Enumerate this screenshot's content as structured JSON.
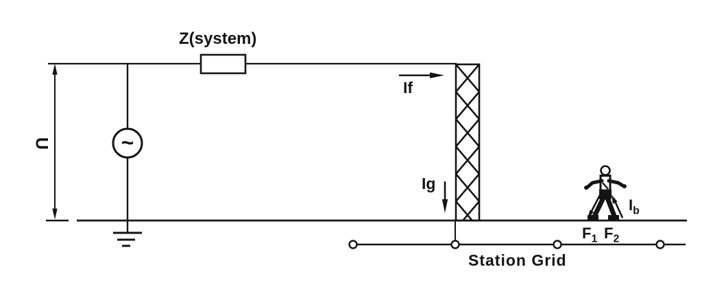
{
  "figure": {
    "background": "#ffffff",
    "ink": "#141414",
    "labels": {
      "system_impedance": "Z(system)",
      "source_voltage": "U",
      "source_symbol": "~",
      "fault_current": "If",
      "grid_current": "Ig",
      "body_current": {
        "base": "I",
        "sub": "b"
      },
      "foot_contact_1": {
        "base": "F",
        "sub": "1"
      },
      "foot_contact_2": {
        "base": "F",
        "sub": "2"
      },
      "station_grid": "Station Grid"
    }
  }
}
